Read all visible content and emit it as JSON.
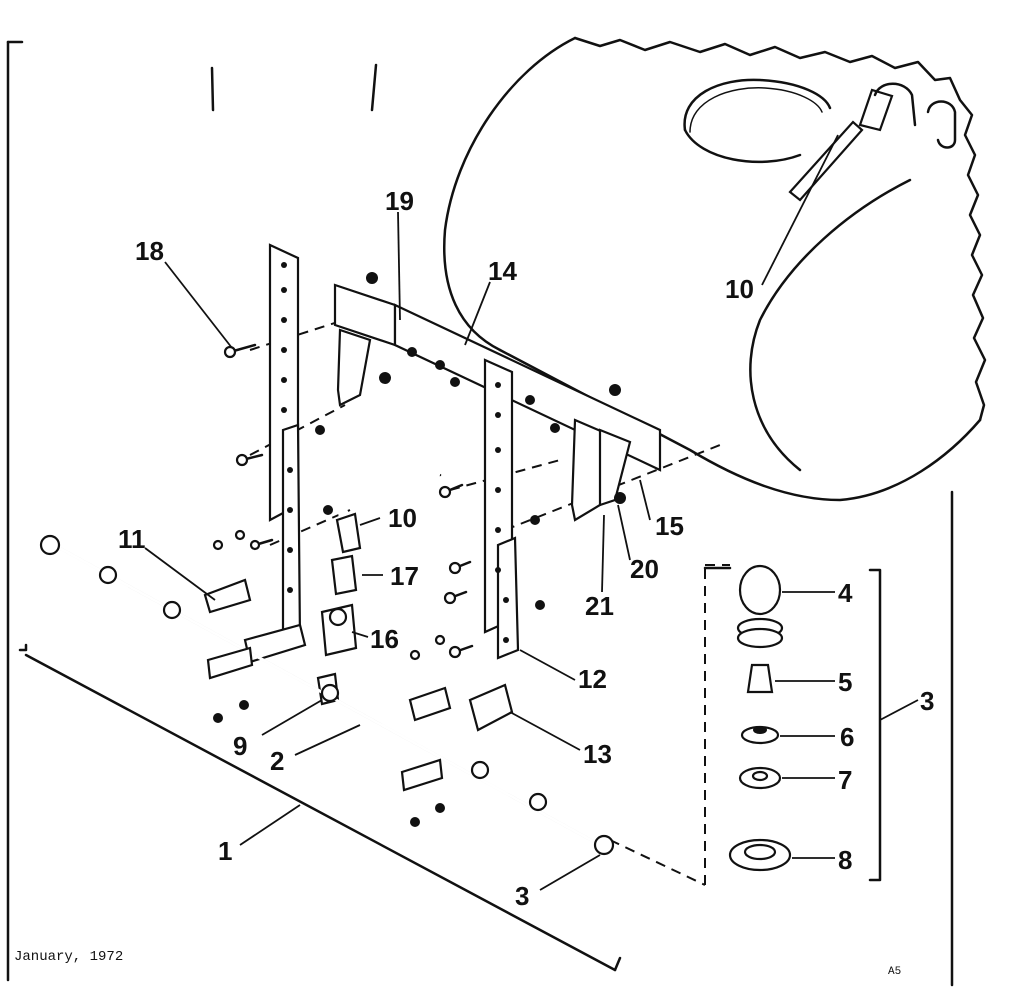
{
  "footer": {
    "date": "January, 1972",
    "code": "A5"
  },
  "callouts": {
    "c1": "1",
    "c2": "2",
    "c3a": "3",
    "c3b": "3",
    "c4": "4",
    "c5": "5",
    "c6": "6",
    "c7": "7",
    "c8": "8",
    "c9": "9",
    "c10a": "10",
    "c10b": "10",
    "c11": "11",
    "c12": "12",
    "c13": "13",
    "c14": "14",
    "c15": "15",
    "c16": "16",
    "c17": "17",
    "c18": "18",
    "c19": "19",
    "c20": "20",
    "c21": "21"
  }
}
